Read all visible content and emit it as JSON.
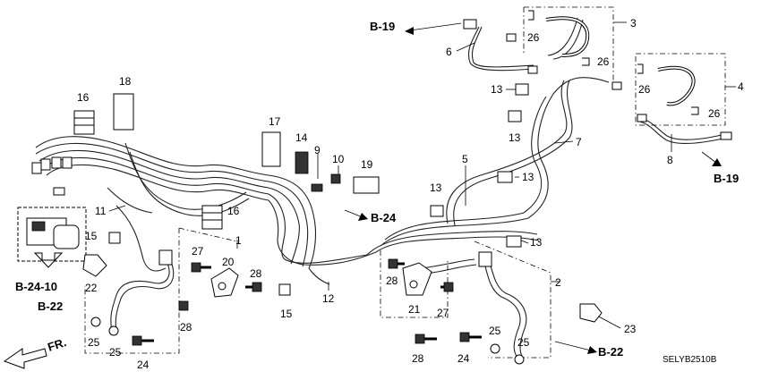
{
  "callouts": {
    "c1": "1",
    "c2": "2",
    "c3": "3",
    "c4": "4",
    "c5": "5",
    "c6": "6",
    "c7": "7",
    "c8": "8",
    "c9": "9",
    "c10": "10",
    "c11": "11",
    "c12": "12",
    "c13a": "13",
    "c13b": "13",
    "c13c": "13",
    "c13d": "13",
    "c13e": "13",
    "c14": "14",
    "c15a": "15",
    "c15b": "15",
    "c16a": "16",
    "c16b": "16",
    "c17": "17",
    "c18": "18",
    "c19": "19",
    "c20": "20",
    "c21": "21",
    "c22": "22",
    "c23": "23",
    "c24a": "24",
    "c24b": "24",
    "c25a": "25",
    "c25b": "25",
    "c25c": "25",
    "c25d": "25",
    "c26a": "26",
    "c26b": "26",
    "c26c": "26",
    "c26d": "26",
    "c27a": "27",
    "c27b": "27",
    "c28a": "28",
    "c28b": "28",
    "c28c": "28",
    "c28d": "28"
  },
  "references": {
    "b19_top": "B-19",
    "b19_right": "B-19",
    "b24": "B-24",
    "b24_10": "B-24-10",
    "b22_left": "B-22",
    "b22_right": "B-22"
  },
  "front_label": "FR.",
  "diagram_code": "SELYB2510B"
}
